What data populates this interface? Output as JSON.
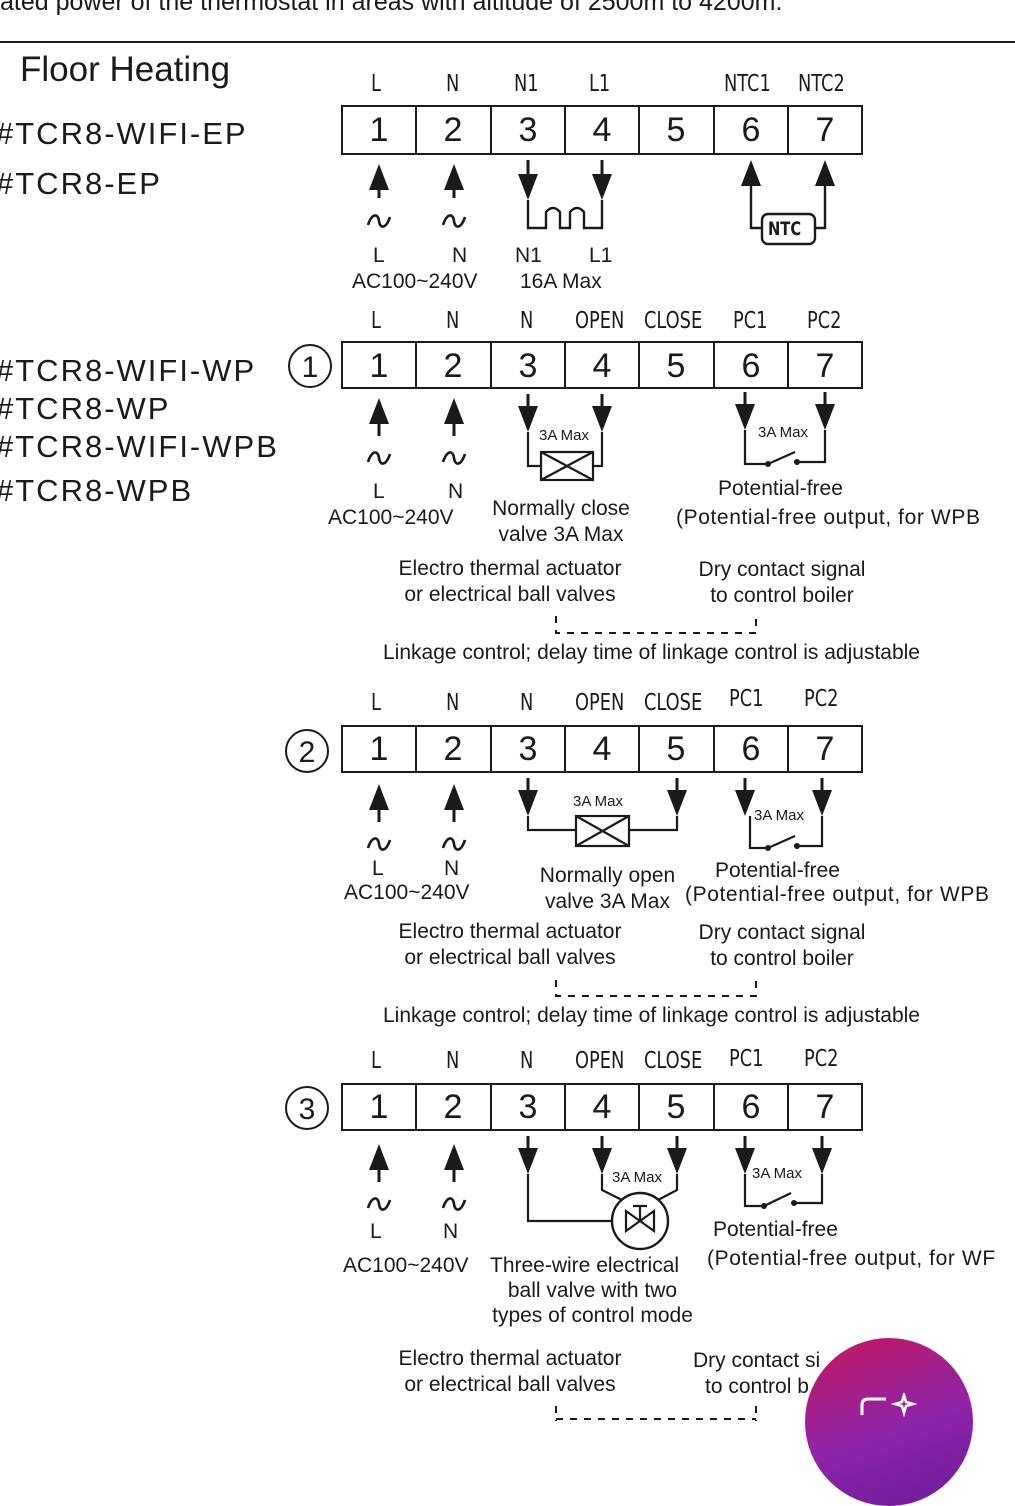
{
  "top_note": "ated power of the thermostat in areas with altitude of 2500m to 4200m.",
  "title": "Floor Heating",
  "section_ep": {
    "models": [
      "#TCR8-WIFI-EP",
      "#TCR8-EP"
    ],
    "headers": [
      "L",
      "N",
      "N1",
      "L1",
      "",
      "NTC1",
      "NTC2"
    ],
    "terminals": [
      "1",
      "2",
      "3",
      "4",
      "5",
      "6",
      "7"
    ],
    "sub_l": "L",
    "sub_n": "N",
    "sub_n1": "N1",
    "sub_l1": "L1",
    "ntc_box": "NTC",
    "ac_label": "AC100~240V",
    "load_label": "16A Max"
  },
  "section_wp": {
    "models": [
      "#TCR8-WIFI-WP",
      "#TCR8-WP",
      "#TCR8-WIFI-WPB",
      "#TCR8-WPB"
    ],
    "variant_marks": [
      "1",
      "2",
      "3"
    ],
    "headers": [
      "L",
      "N",
      "N",
      "OPEN",
      "CLOSE",
      "PC1",
      "PC2"
    ],
    "terminals": [
      "1",
      "2",
      "3",
      "4",
      "5",
      "6",
      "7"
    ],
    "sub_l": "L",
    "sub_n": "N",
    "ac_label": "AC100~240V",
    "max_label": "3A Max",
    "potential_free": "Potential-free",
    "pf_output": "(Potential-free output, for WPB",
    "actuator_1": "Electro thermal actuator",
    "actuator_2": "or electrical ball valves",
    "dry_1": "Dry contact signal",
    "dry_2": "to control boiler",
    "linkage": "Linkage control; delay time of linkage control is adjustable",
    "v1_valve_1": "Normally close",
    "v1_valve_2": "valve 3A Max",
    "v2_valve_1": "Normally open",
    "v2_valve_2": "valve 3A Max",
    "v2_pf_output": "(Potential-free output, for WPB",
    "v3_ac_label": "AC100~240V",
    "v3_ball_1": "Three-wire electrical",
    "v3_ball_2": "ball valve with two",
    "v3_ball_3": "types of control mode",
    "v3_pf_output": "(Potential-free output, for WF",
    "v3_dry_1": "Dry contact si",
    "v3_dry_2": "to control b"
  },
  "colors": {
    "ink": "#1a1a1a",
    "fab_start": "#c2185b",
    "fab_end": "#6a1b9a"
  },
  "fab_icon": "sparkle-edit-icon"
}
